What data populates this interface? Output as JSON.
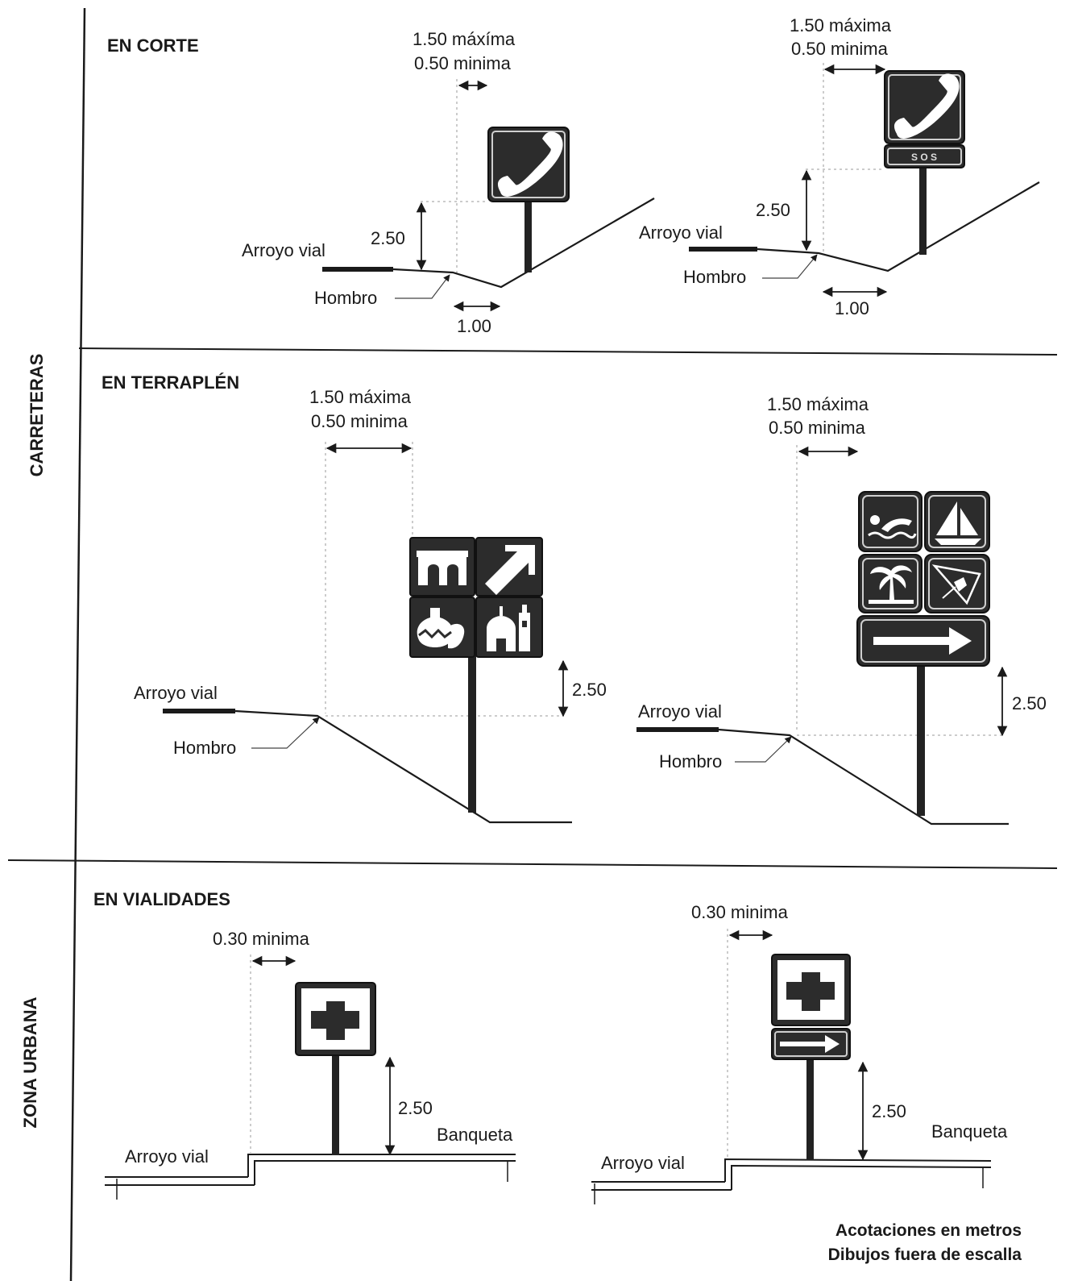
{
  "groups": {
    "carreteras": "CARRETERAS",
    "zona_urbana": "ZONA URBANA"
  },
  "sections": {
    "corte": "EN CORTE",
    "terraplen": "EN TERRAPLÉN",
    "vialidades": "EN VIALIDADES"
  },
  "dims": {
    "maxima": "1.50 máxima",
    "maxima_alt": "1.50 máxíma",
    "minima": "0.50 minima",
    "height": "2.50",
    "shoulder": "1.00",
    "urban_min": "0.30 minima"
  },
  "labels": {
    "arroyo": "Arroyo vial",
    "hombro": "Hombro",
    "banqueta": "Banqueta",
    "sos": "S O S"
  },
  "notes": {
    "line1": "Acotaciones en metros",
    "line2": "Dibujos fuera de escalla"
  },
  "icons": {
    "telephone": "telephone-icon",
    "telephone_sos": "telephone-sos-icon",
    "aqueduct": "aqueduct-icon",
    "diagonal_arrow": "diagonal-arrow-icon",
    "pottery": "pottery-icon",
    "church": "church-icon",
    "swimming": "swimming-icon",
    "sailboat": "sailboat-icon",
    "palm_beach": "palm-beach-icon",
    "hang_glider": "hang-glider-icon",
    "right_arrow": "right-arrow-icon",
    "first_aid": "first-aid-cross-icon"
  }
}
